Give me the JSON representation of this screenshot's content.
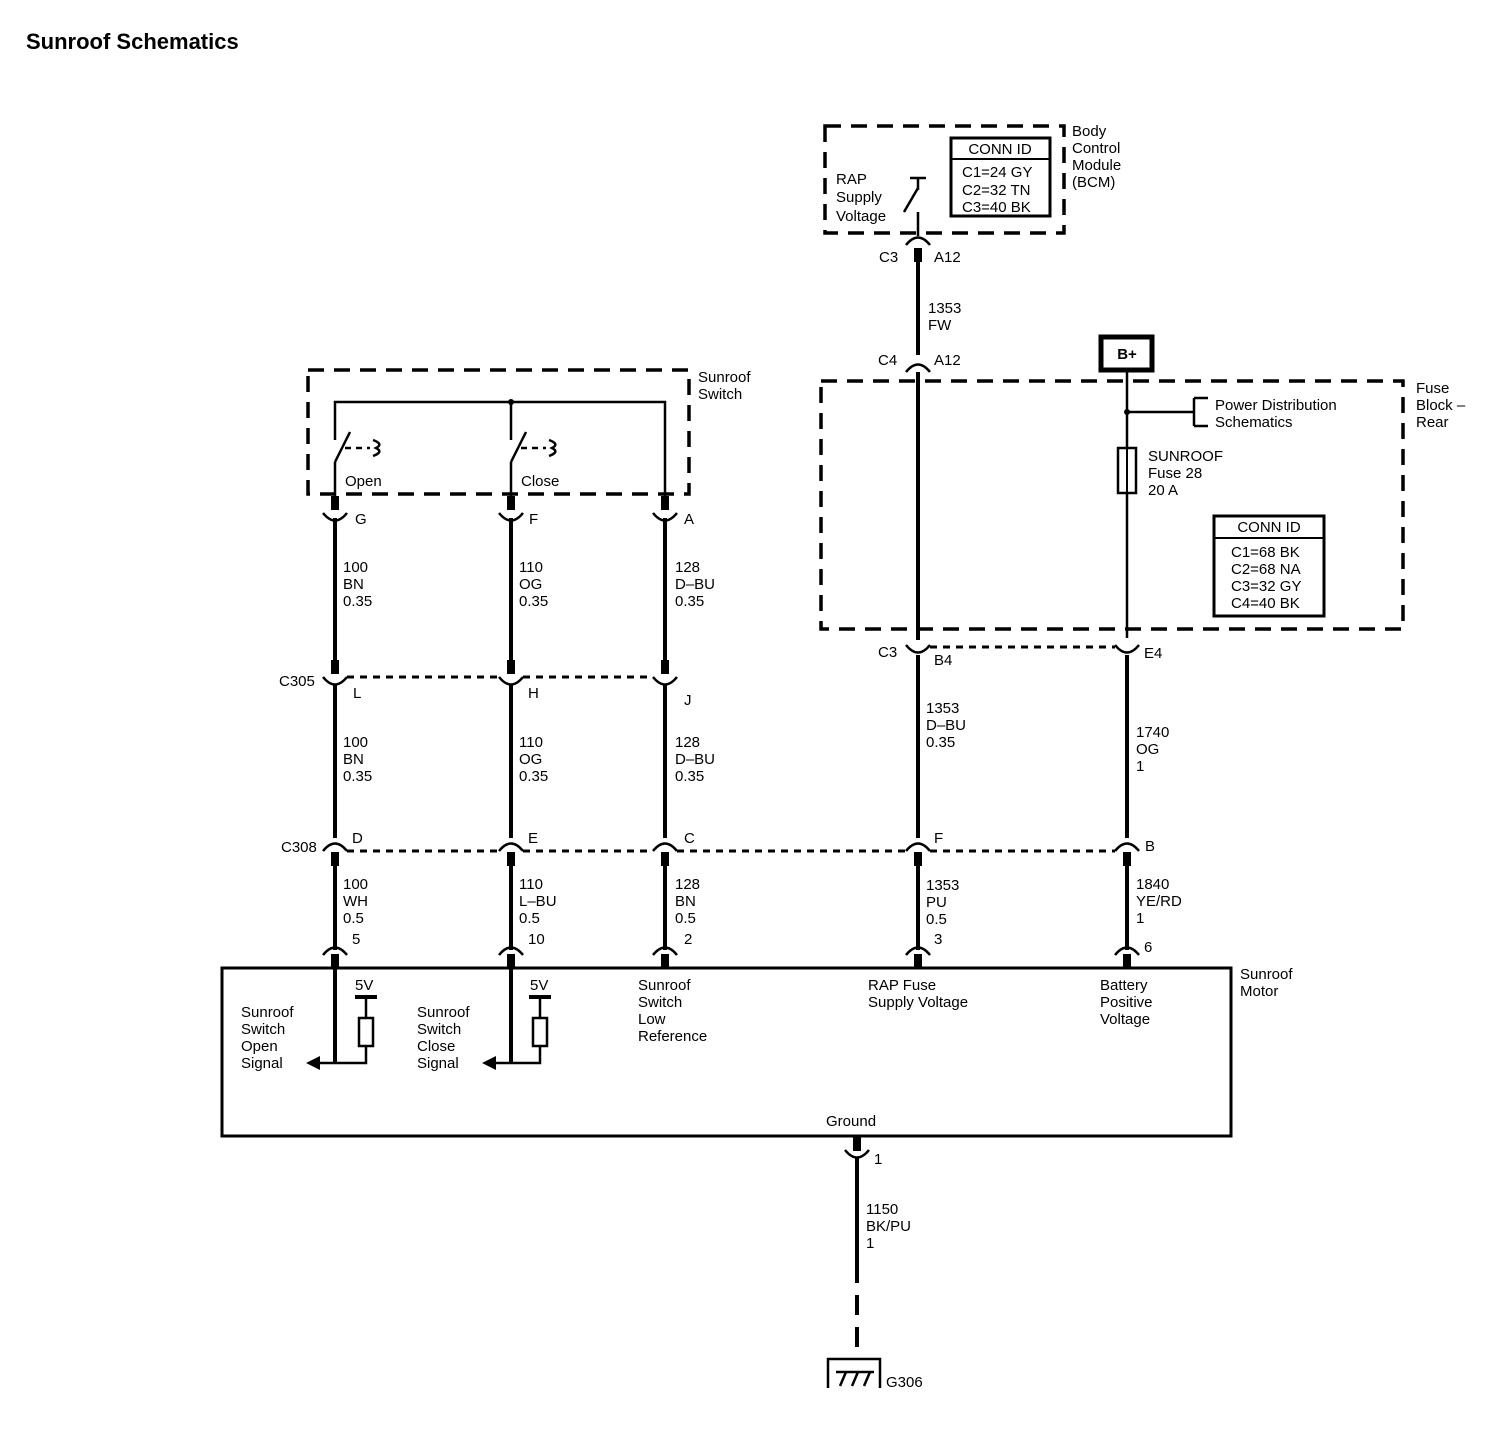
{
  "title": "Sunroof Schematics",
  "bcm": {
    "name": [
      "Body",
      "Control",
      "Module",
      "(BCM)"
    ],
    "supply_label": [
      "RAP",
      "Supply",
      "Voltage"
    ],
    "conn_id": {
      "header": "CONN ID",
      "rows": [
        "C1=24 GY",
        "C2=32 TN",
        "C3=40 BK"
      ]
    },
    "connector": "C3",
    "pin": "A12"
  },
  "rap_wire_top": {
    "circuit": "1353",
    "color": "FW"
  },
  "fuse_block": {
    "name": [
      "Fuse",
      "Block –",
      "Rear"
    ],
    "in_connector": "C4",
    "in_pin": "A12",
    "battery": "B+",
    "power_dist": [
      "Power Distribution",
      "Schematics"
    ],
    "fuse": [
      "SUNROOF",
      "Fuse 28",
      "20 A"
    ],
    "conn_id": {
      "header": "CONN ID",
      "rows": [
        "C1=68 BK",
        "C2=68 NA",
        "C3=32 GY",
        "C4=40 BK"
      ]
    },
    "out_connector": "C3",
    "out_pin_rap": "B4",
    "out_pin_batt": "E4"
  },
  "switch": {
    "name": [
      "Sunroof",
      "Switch"
    ],
    "open": "Open",
    "close": "Close",
    "pins": [
      "G",
      "F",
      "A"
    ]
  },
  "wires_switch": [
    {
      "circuit": "100",
      "color": "BN",
      "size": "0.35"
    },
    {
      "circuit": "110",
      "color": "OG",
      "size": "0.35"
    },
    {
      "circuit": "128",
      "color": "D–BU",
      "size": "0.35"
    }
  ],
  "c305": {
    "name": "C305",
    "pins": [
      "L",
      "H",
      "J"
    ]
  },
  "wires_mid": [
    {
      "circuit": "100",
      "color": "BN",
      "size": "0.35"
    },
    {
      "circuit": "110",
      "color": "OG",
      "size": "0.35"
    },
    {
      "circuit": "128",
      "color": "D–BU",
      "size": "0.35"
    }
  ],
  "rap_wire_mid": {
    "circuit": "1353",
    "color": "D–BU",
    "size": "0.35"
  },
  "batt_wire_mid": {
    "circuit": "1740",
    "color": "OG",
    "size": "1"
  },
  "c308": {
    "name": "C308",
    "pins": [
      "D",
      "E",
      "C",
      "F",
      "B"
    ]
  },
  "wires_bottom": [
    {
      "circuit": "100",
      "color": "WH",
      "size": "0.5"
    },
    {
      "circuit": "110",
      "color": "L–BU",
      "size": "0.5"
    },
    {
      "circuit": "128",
      "color": "BN",
      "size": "0.5"
    },
    {
      "circuit": "1353",
      "color": "PU",
      "size": "0.5"
    },
    {
      "circuit": "1840",
      "color": "YE/RD",
      "size": "1"
    }
  ],
  "motor": {
    "name": [
      "Sunroof",
      "Motor"
    ],
    "pins": [
      "5",
      "10",
      "2",
      "3",
      "6"
    ],
    "voltage_ref": "5V",
    "labels": {
      "open_signal": [
        "Sunroof",
        "Switch",
        "Open",
        "Signal"
      ],
      "close_signal": [
        "Sunroof",
        "Switch",
        "Close",
        "Signal"
      ],
      "low_ref": [
        "Sunroof",
        "Switch",
        "Low",
        "Reference"
      ],
      "rap": [
        "RAP Fuse",
        "Supply Voltage"
      ],
      "battery": [
        "Battery",
        "Positive",
        "Voltage"
      ],
      "ground": "Ground"
    },
    "ground_pin": "1"
  },
  "ground_wire": {
    "circuit": "1150",
    "color": "BK/PU",
    "size": "1"
  },
  "ground_point": "G306"
}
